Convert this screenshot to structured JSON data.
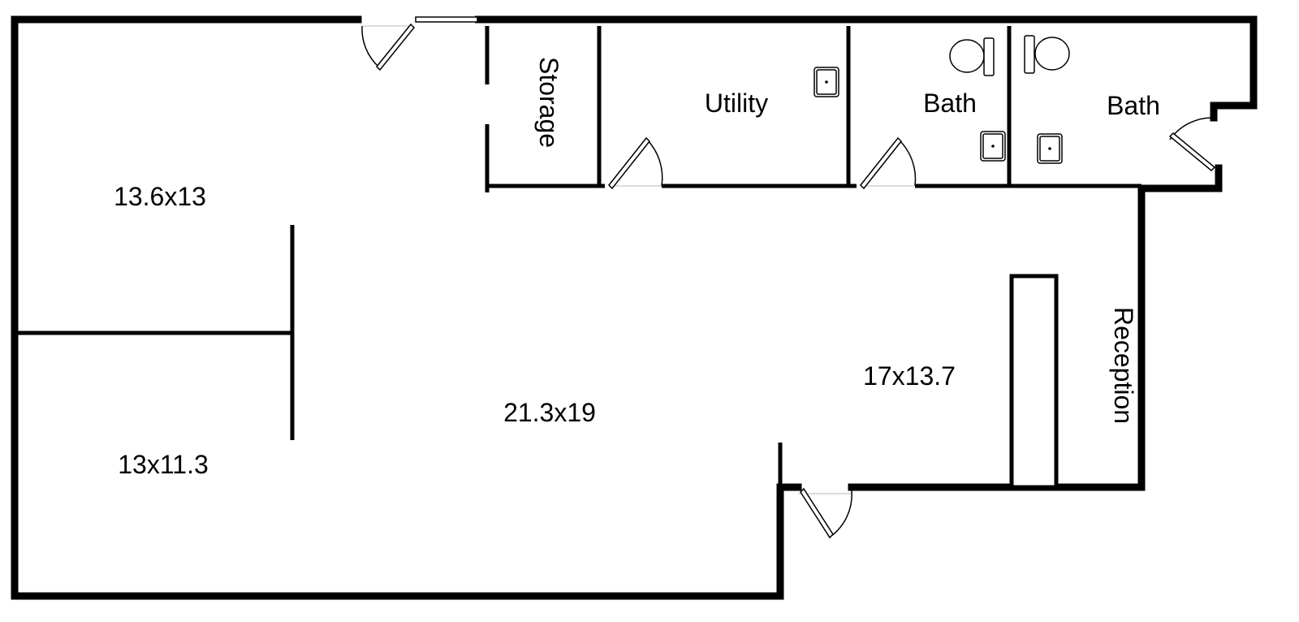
{
  "rooms": {
    "storage": "Storage",
    "utility": "Utility",
    "bath_left": "Bath",
    "bath_right": "Bath",
    "reception": "Reception",
    "room_top_left": "13.6x13",
    "room_bottom_left": "13x11.3",
    "main_room": "21.3x19",
    "reception_area": "17x13.7"
  },
  "icons": {
    "door": "door-swing-icon",
    "toilet": "toilet-icon",
    "sink": "sink-icon",
    "reception_desk": "reception-desk-icon"
  }
}
